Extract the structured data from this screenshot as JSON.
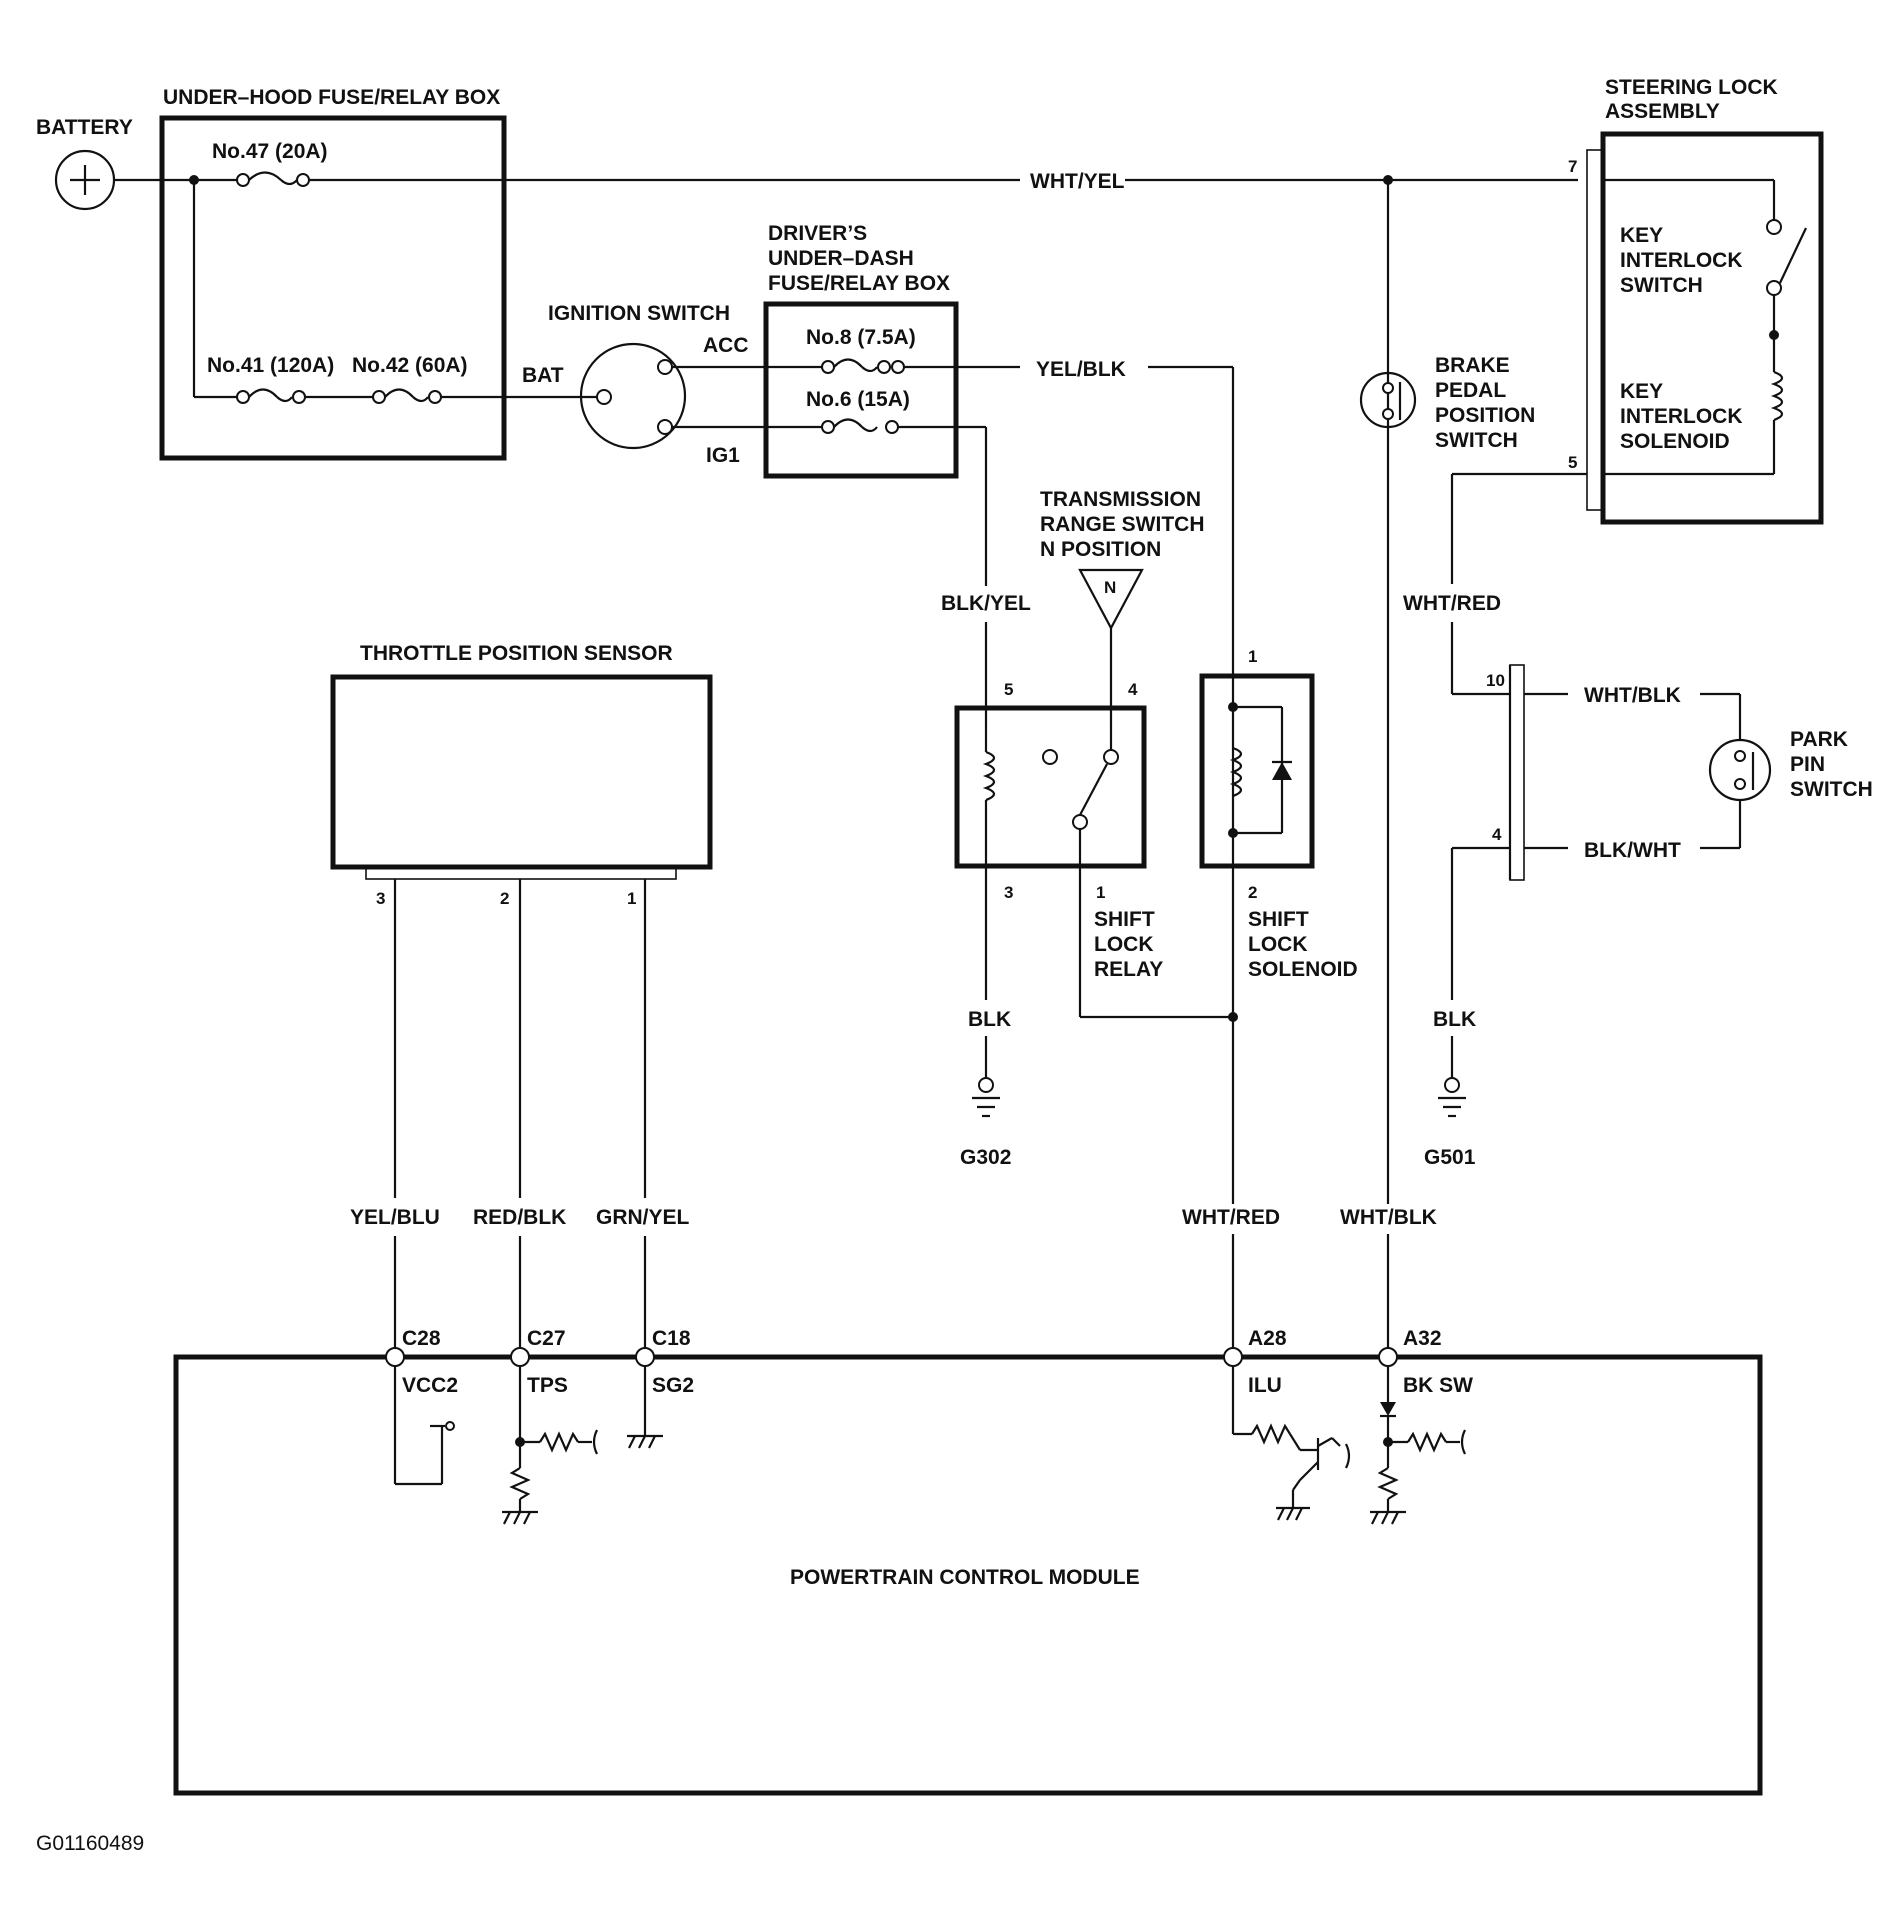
{
  "components": {
    "battery": "BATTERY",
    "underhood_box": "UNDER–HOOD FUSE/RELAY BOX",
    "fuse_47": "No.47 (20A)",
    "fuse_41": "No.41 (120A)",
    "fuse_42": "No.42 (60A)",
    "ignition_switch": "IGNITION SWITCH",
    "bat": "BAT",
    "acc": "ACC",
    "ig1": "IG1",
    "underdash_box": [
      "DRIVER’S",
      "UNDER–DASH",
      "FUSE/RELAY BOX"
    ],
    "fuse_8": "No.8 (7.5A)",
    "fuse_6": "No.6 (15A)",
    "steering_lock": [
      "STEERING LOCK",
      "ASSEMBLY"
    ],
    "key_interlock_switch": [
      "KEY",
      "INTERLOCK",
      "SWITCH"
    ],
    "key_interlock_solenoid": [
      "KEY",
      "INTERLOCK",
      "SOLENOID"
    ],
    "brake_switch": [
      "BRAKE",
      "PEDAL",
      "POSITION",
      "SWITCH"
    ],
    "trans_range": [
      "TRANSMISSION",
      "RANGE SWITCH",
      "N POSITION"
    ],
    "n_marker": "N",
    "tps": "THROTTLE POSITION SENSOR",
    "shift_lock_relay": [
      "SHIFT",
      "LOCK",
      "RELAY"
    ],
    "shift_lock_solenoid": [
      "SHIFT",
      "LOCK",
      "SOLENOID"
    ],
    "park_pin": [
      "PARK",
      "PIN",
      "SWITCH"
    ],
    "pcm": "POWERTRAIN CONTROL MODULE"
  },
  "wires": {
    "wht_yel": "WHT/YEL",
    "yel_blk": "YEL/BLK",
    "blk_yel": "BLK/YEL",
    "wht_red_top": "WHT/RED",
    "wht_blk_park": "WHT/BLK",
    "blk_wht_park": "BLK/WHT",
    "blk_g302": "BLK",
    "blk_g501": "BLK",
    "yel_blu": "YEL/BLU",
    "red_blk": "RED/BLK",
    "grn_yel": "GRN/YEL",
    "wht_red_pcm": "WHT/RED",
    "wht_blk_pcm": "WHT/BLK"
  },
  "grounds": {
    "g302": "G302",
    "g501": "G501"
  },
  "pins": {
    "steer_7": "7",
    "steer_5": "5",
    "park_10": "10",
    "park_4": "4",
    "relay_5": "5",
    "relay_4": "4",
    "relay_3": "3",
    "relay_1": "1",
    "sol_1": "1",
    "sol_2": "2",
    "tps_3": "3",
    "tps_2": "2",
    "tps_1": "1"
  },
  "pcm_terminals": {
    "c28": "C28",
    "c27": "C27",
    "c18": "C18",
    "a28": "A28",
    "a32": "A32",
    "vcc2": "VCC2",
    "tps": "TPS",
    "sg2": "SG2",
    "ilu": "ILU",
    "bksw": "BK SW"
  },
  "figure_id": "G01160489"
}
